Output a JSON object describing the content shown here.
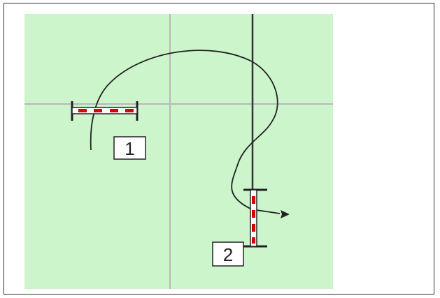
{
  "diagram": {
    "colors": {
      "field": "#ccf5cc",
      "grid": "#b8b8b8",
      "line": "#222222",
      "bar_red": "#d40000",
      "bar_white": "#ffffff"
    },
    "obstacles": [
      {
        "number": "1",
        "orientation": "horizontal"
      },
      {
        "number": "2",
        "orientation": "vertical"
      }
    ],
    "icons": [
      "arrow-right-icon"
    ]
  }
}
